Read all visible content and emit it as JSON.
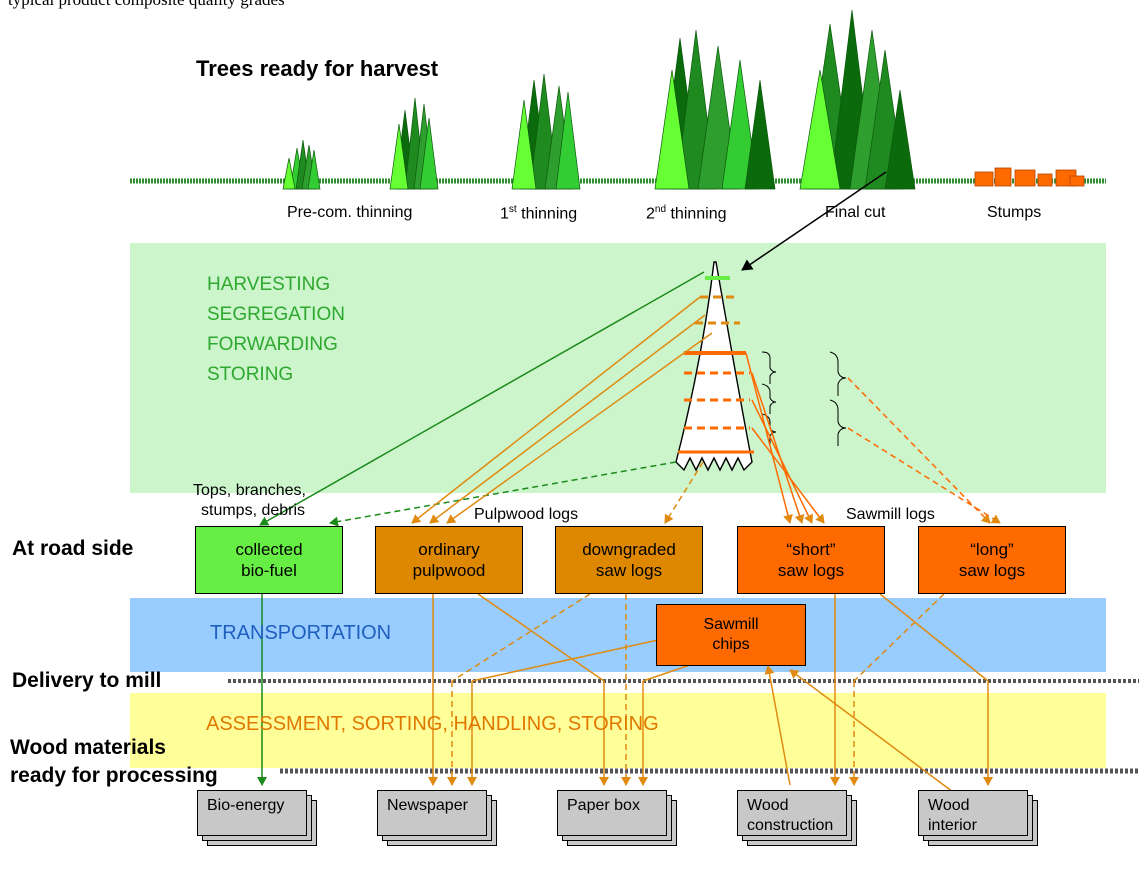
{
  "top_caption": "typical product composite quality grades",
  "title_harvest": "Trees ready for harvest",
  "stands": [
    "Pre-com. thinning",
    "1",
    "2",
    "Final cut",
    "Stumps"
  ],
  "stand_labels": {
    "precom": "Pre-com. thinning",
    "first_num": "1",
    "first_sup": "st",
    "first_rest": " thinning",
    "second_num": "2",
    "second_sup": "nd",
    "second_rest": " thinning",
    "final": "Final cut",
    "stumps": "Stumps"
  },
  "stages": [
    "HARVESTING",
    "SEGREGATION",
    "FORWARDING",
    "STORING"
  ],
  "roadside_labels": {
    "tops": "Tops, branches,",
    "tops2": "stumps, debris",
    "pulpwood": "Pulpwood logs",
    "sawmill": "Sawmill logs"
  },
  "left_labels": {
    "road": "At road side",
    "delivery": "Delivery to mill",
    "wood1": "Wood materials",
    "wood2": "ready for processing"
  },
  "assortments": [
    {
      "line1": "collected",
      "line2": "bio-fuel",
      "color": "#66ee44"
    },
    {
      "line1": "ordinary",
      "line2": "pulpwood",
      "color": "#dd8800"
    },
    {
      "line1": "downgraded",
      "line2": "saw logs",
      "color": "#dd8800"
    },
    {
      "line1": "“short”",
      "line2": "saw logs",
      "color": "#ff6a00"
    },
    {
      "line1": "“long”",
      "line2": "saw logs",
      "color": "#ff6a00"
    }
  ],
  "transportation": "TRANSPORTATION",
  "chips": {
    "line1": "Sawmill",
    "line2": "chips"
  },
  "assessment": "ASSESSMENT, SORTING, HANDLING, STORING",
  "products": [
    {
      "line1": "Bio-energy",
      "line2": ""
    },
    {
      "line1": "Newspaper",
      "line2": ""
    },
    {
      "line1": "Paper box",
      "line2": ""
    },
    {
      "line1": "Wood",
      "line2": "construction"
    },
    {
      "line1": "Wood",
      "line2": "interior"
    }
  ],
  "colors": {
    "harvest_band": "#ccf5cc",
    "transport_band": "#99ccff",
    "assessment_band": "#ffff99",
    "stage_text": "#2ea82e",
    "transport_text": "#1f5fbf",
    "assessment_text": "#e07800",
    "arrow_orange": "#e08a10",
    "arrow_green": "#1a8a1a",
    "ground": "#2e8b2e"
  }
}
